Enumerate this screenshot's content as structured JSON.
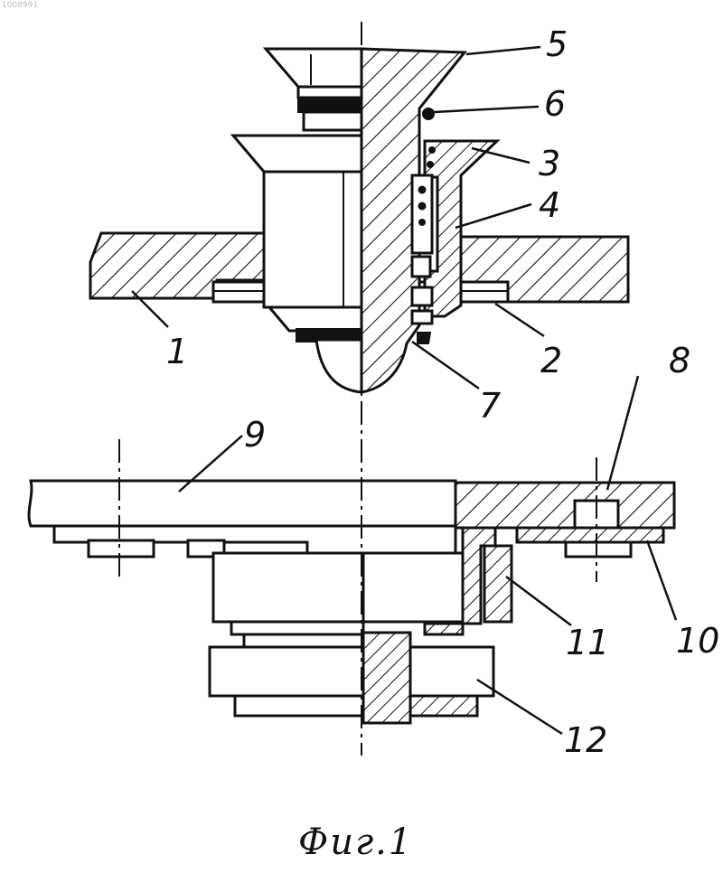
{
  "figure": {
    "caption": "Фиг.1",
    "scan_id": "1008991",
    "labels": [
      {
        "id": "1",
        "text": "1"
      },
      {
        "id": "2",
        "text": "2"
      },
      {
        "id": "3",
        "text": "3"
      },
      {
        "id": "4",
        "text": "4"
      },
      {
        "id": "5",
        "text": "5"
      },
      {
        "id": "6",
        "text": "6"
      },
      {
        "id": "7",
        "text": "7"
      },
      {
        "id": "8",
        "text": "8"
      },
      {
        "id": "9",
        "text": "9"
      },
      {
        "id": "10",
        "text": "10"
      },
      {
        "id": "11",
        "text": "11"
      },
      {
        "id": "12",
        "text": "12"
      }
    ]
  }
}
